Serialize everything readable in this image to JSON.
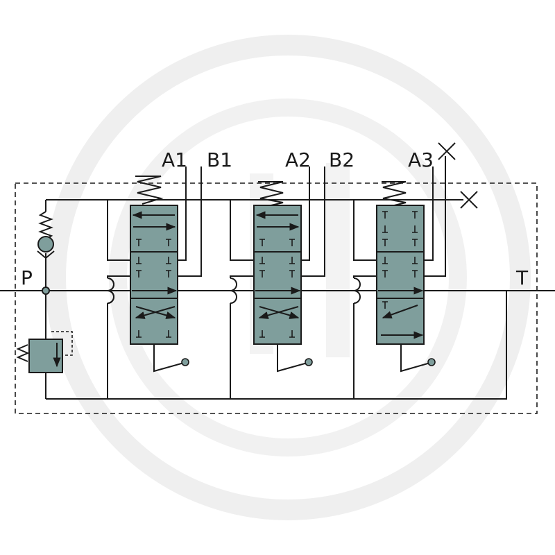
{
  "diagram": {
    "port_labels": {
      "p": "P",
      "t": "T",
      "a1": "A1",
      "b1": "B1",
      "a2": "A2",
      "b2": "B2",
      "a3": "A3"
    }
  },
  "colors": {
    "valve_fill": "#7f9e9c",
    "line": "#1a1a1a",
    "watermark": "#eeeeee",
    "background": "#ffffff"
  },
  "icons": {
    "arrow": "arrow-icon",
    "spring": "spring-icon",
    "lever": "lever-icon",
    "check_valve": "check-valve-icon",
    "plug": "plug-icon"
  }
}
